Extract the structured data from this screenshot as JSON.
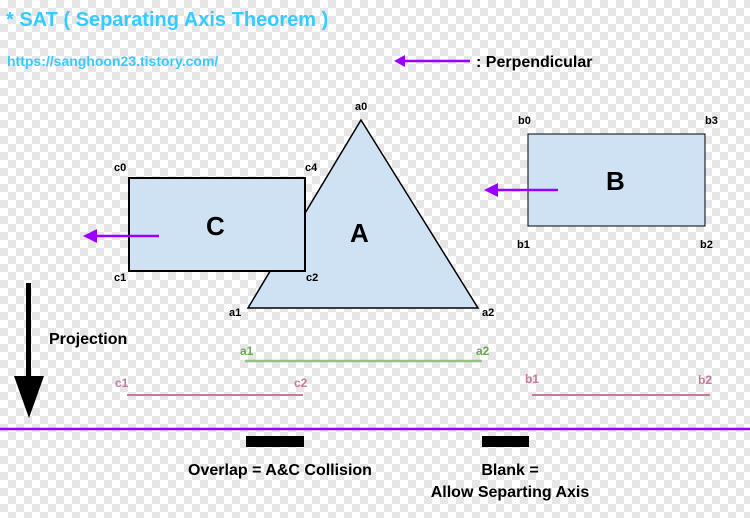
{
  "title": "* SAT ( Separating Axis Theorem )",
  "url": "https://sanghoon23.tistory.com/",
  "legend": {
    "perpendicular": ": Perpendicular"
  },
  "shapes": {
    "A": {
      "label": "A",
      "vertices": [
        "a0",
        "a1",
        "a2"
      ]
    },
    "B": {
      "label": "B",
      "vertices": [
        "b0",
        "b3",
        "b1",
        "b2"
      ]
    },
    "C": {
      "label": "C",
      "vertices": [
        "c0",
        "c4",
        "c1",
        "c2"
      ]
    }
  },
  "projection": {
    "label": "Projection",
    "a": {
      "start": "a1",
      "end": "a2"
    },
    "b": {
      "start": "b1",
      "end": "b2"
    },
    "c": {
      "start": "c1",
      "end": "c2"
    }
  },
  "captions": {
    "overlap": "Overlap = A&C Collision",
    "blank_line1": "Blank =",
    "blank_line2": "Allow Separting Axis"
  },
  "colors": {
    "title": "#33ccff",
    "url": "#33ccff",
    "shape_fill": "#cfe2f3",
    "arrow": "#9900ff",
    "axis": "#9900ff",
    "projection_a": "#93c47d",
    "projection_bc": "#c27ba0",
    "label_a_proj": "#6aa84f"
  }
}
